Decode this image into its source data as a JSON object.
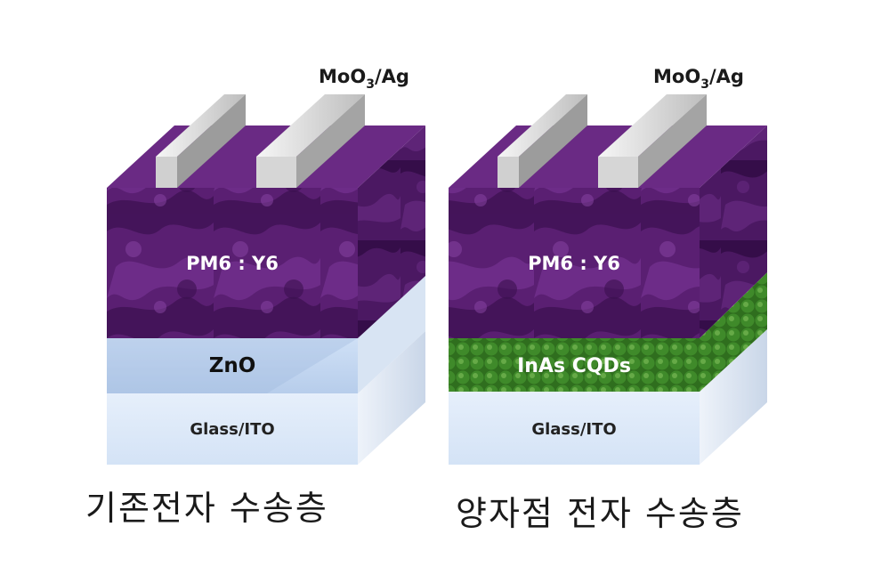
{
  "colors": {
    "active_layer": "#5a1f72",
    "active_layer_dark": "#3a0f4f",
    "active_layer_light": "#8a45a6",
    "electrode": "#e6e6e6",
    "zno_layer": "#c9dcf4",
    "glass_layer": "#dbe8f8",
    "quantum_dots": "#3f8a2a",
    "caption_text": "#1a1a1a"
  },
  "devices": [
    {
      "electrode_label": "MoO",
      "electrode_subscript": "3",
      "electrode_suffix": "/Ag",
      "active_label": "PM6 : Y6",
      "transport_label": "ZnO",
      "substrate_label": "Glass/ITO",
      "caption": "기존전자 수송층"
    },
    {
      "electrode_label": "MoO",
      "electrode_subscript": "3",
      "electrode_suffix": "/Ag",
      "active_label": "PM6 : Y6",
      "transport_label": "InAs CQDs",
      "substrate_label": "Glass/ITO",
      "caption": "양자점 전자 수송층"
    }
  ]
}
